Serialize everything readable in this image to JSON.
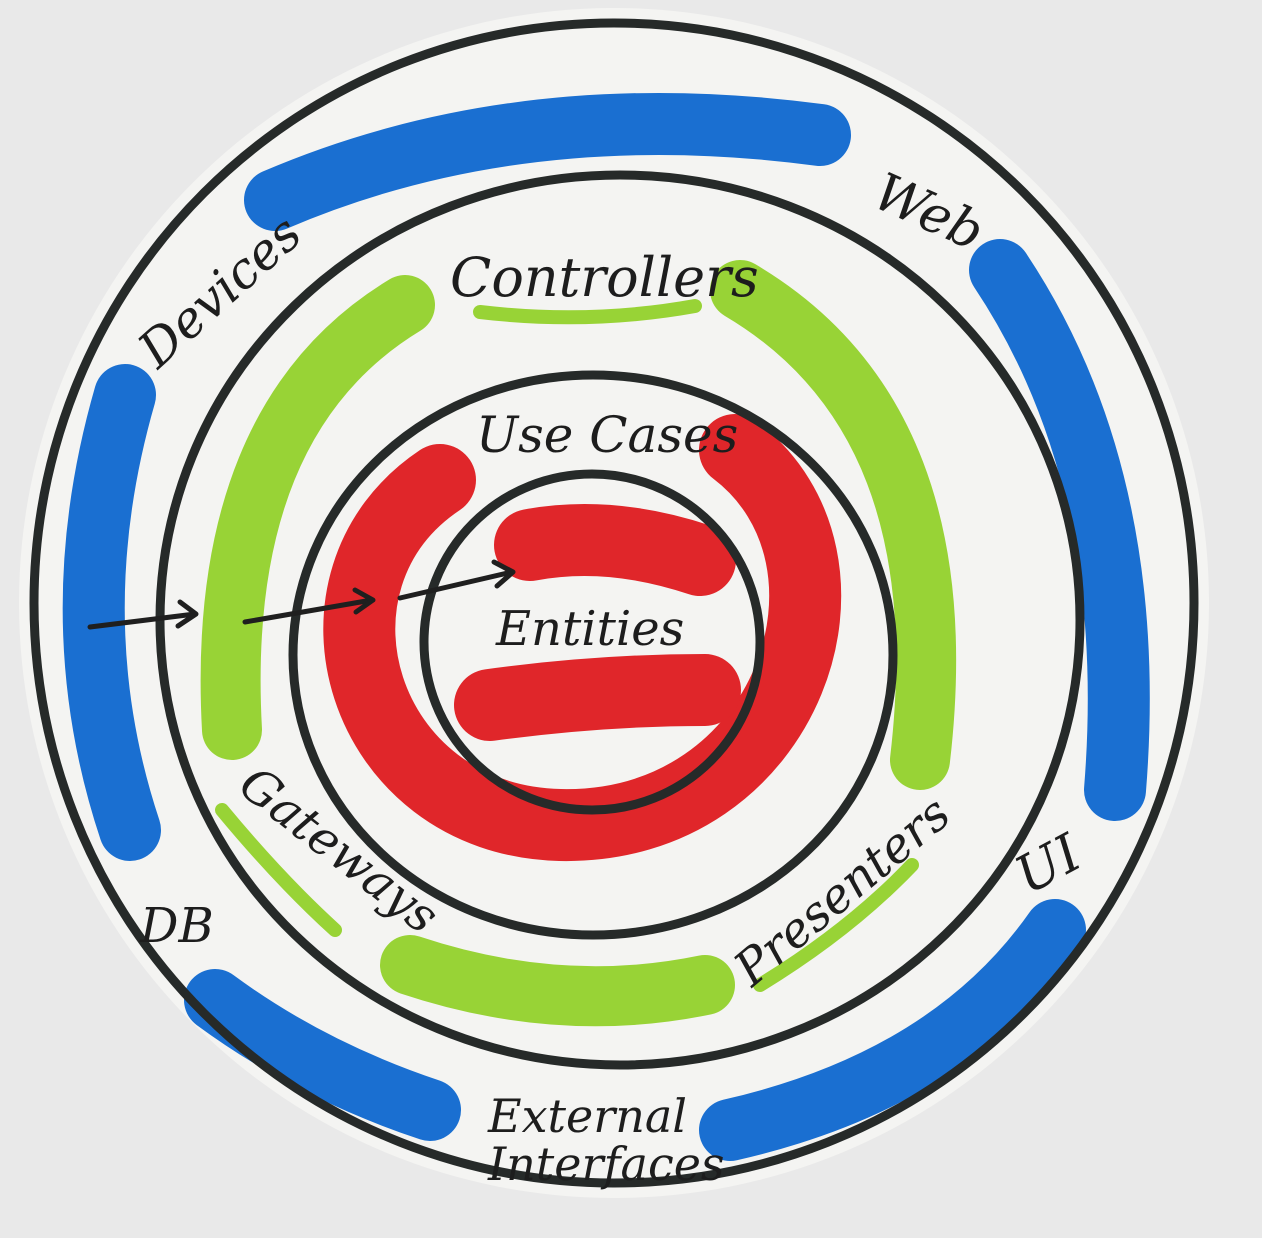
{
  "colors": {
    "background": "#e9e9e9",
    "paper": "#f4f4f2",
    "ink": "#262a29",
    "frameworks_blue": "#1a6fd1",
    "adapters_green": "#98d336",
    "core_red": "#e0262a"
  },
  "layers": {
    "outer": {
      "labels": {
        "devices": "Devices",
        "web": "Web",
        "ui": "UI",
        "db": "DB",
        "external": [
          "External",
          "Interfaces"
        ]
      }
    },
    "adapters": {
      "labels": {
        "controllers": "Controllers",
        "gateways": "Gateways",
        "presenters": "Presenters"
      }
    },
    "application": {
      "labels": {
        "use_cases": "Use Cases"
      }
    },
    "core": {
      "labels": {
        "entities": "Entities"
      }
    }
  },
  "arrows": {
    "direction": "inward",
    "icon": "right-arrow-icon"
  }
}
